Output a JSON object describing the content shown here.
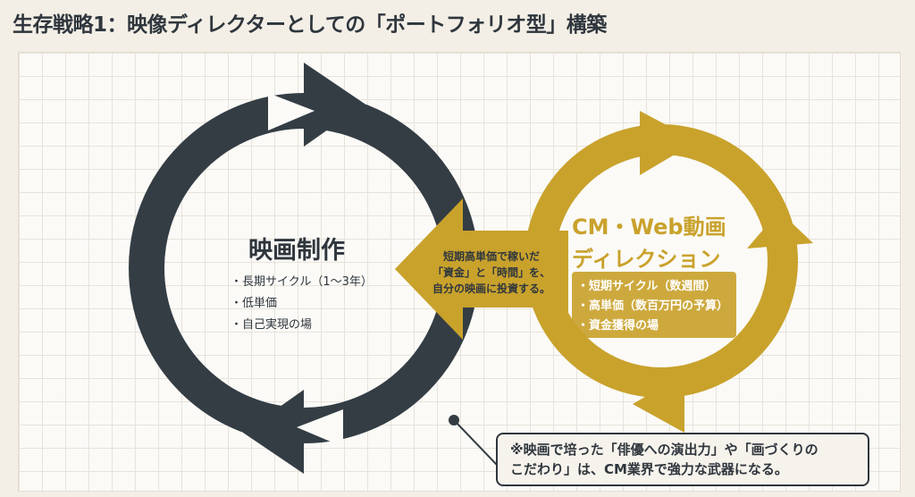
{
  "title": "生存戦略1：映像ディレクターとしての「ポートフォリオ型」構築",
  "film_cycle": {
    "title": "映画制作",
    "items": [
      "・長期サイクル（1〜3年）",
      "・低単価",
      "・自己実現の場"
    ]
  },
  "cm_cycle": {
    "title_line1": "CM・Web動画",
    "title_line2": "ディレクション",
    "items": [
      "・短期サイクル（数週間）",
      "・高単価（数百万円の予算）",
      "・資金獲得の場"
    ]
  },
  "flow_arrow": {
    "line1": "短期高単価で稼いだ",
    "line2": "「資金」と「時間」を、",
    "line3": "自分の映画に投資する。"
  },
  "note": {
    "line1": "※映画で培った「俳優への演出力」や「画づくりの",
    "line2": "こだわり」は、CM業界で強力な武器になる。"
  },
  "colors": {
    "dark": "#343d44",
    "gold": "#c9a22c",
    "background": "#f3efe6"
  }
}
